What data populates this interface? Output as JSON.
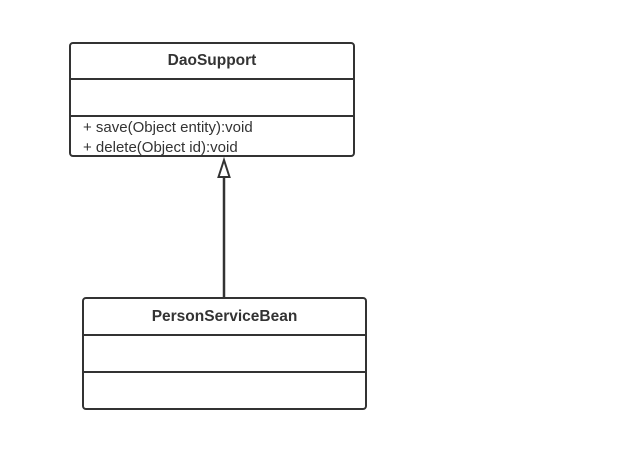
{
  "diagram": {
    "classes": [
      {
        "name": "DaoSupport",
        "attributes": [],
        "operations": [
          "+ save(Object entity):void",
          "+ delete(Object id):void"
        ]
      },
      {
        "name": "PersonServiceBean",
        "attributes": [],
        "operations": []
      }
    ],
    "relationships": [
      {
        "type": "generalization",
        "from": "PersonServiceBean",
        "to": "DaoSupport"
      }
    ]
  },
  "colors": {
    "stroke": "#333333",
    "background": "#ffffff"
  }
}
